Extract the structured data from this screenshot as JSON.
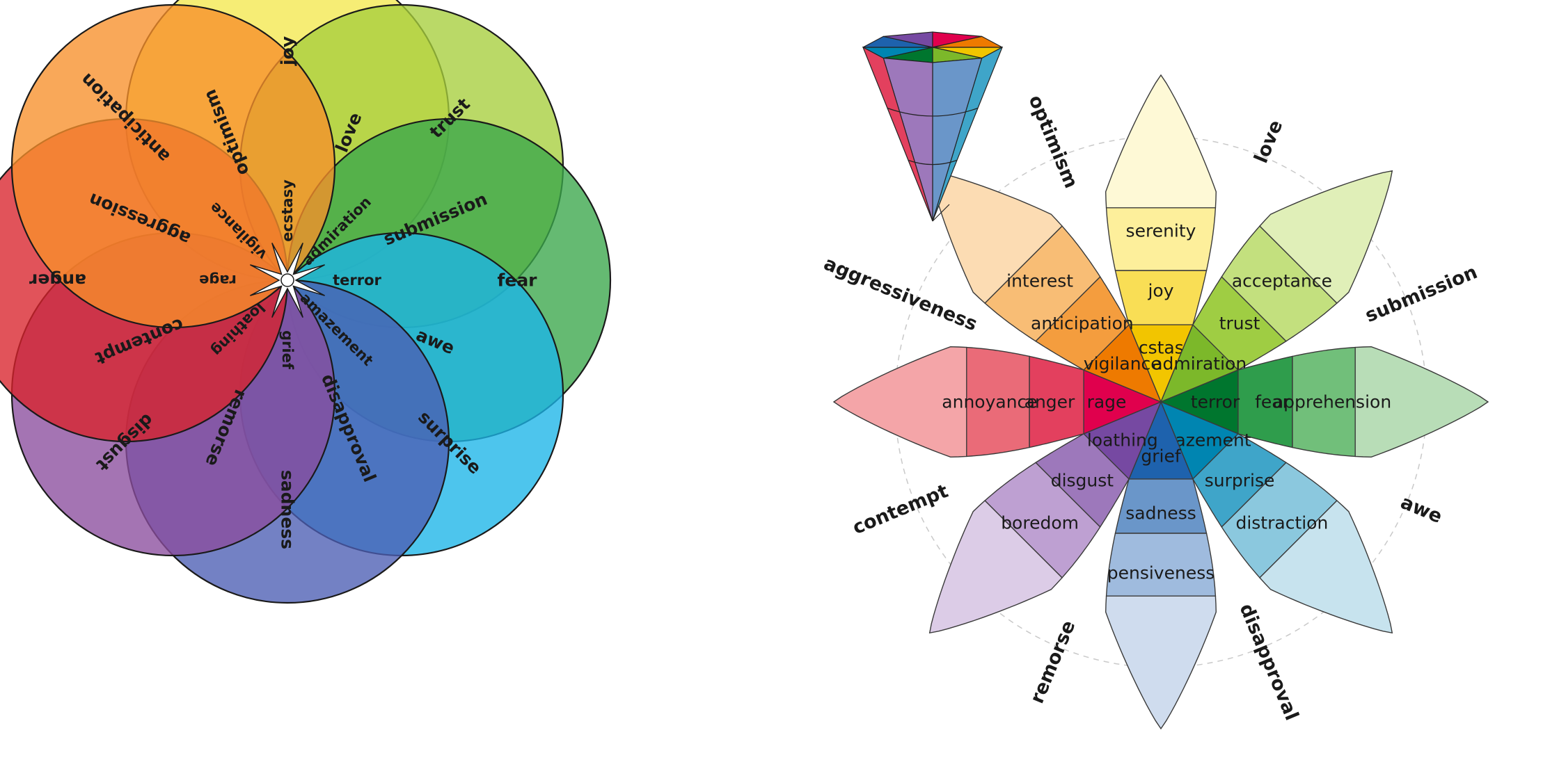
{
  "venn": {
    "emotions": [
      {
        "key": "joy",
        "color": "#f3e84e",
        "label": "joy"
      },
      {
        "key": "trust",
        "color": "#a7ce3c",
        "label": "trust"
      },
      {
        "key": "fear",
        "color": "#3aa64a",
        "label": "fear"
      },
      {
        "key": "surprise",
        "color": "#1bb5e8",
        "label": "surprise"
      },
      {
        "key": "sadness",
        "color": "#4b5db3",
        "label": "sadness"
      },
      {
        "key": "disgust",
        "color": "#8a4d9e",
        "label": "disgust"
      },
      {
        "key": "anger",
        "color": "#d8222b",
        "label": "anger"
      },
      {
        "key": "anticipation",
        "color": "#f7902a",
        "label": "anticipation"
      }
    ],
    "intense": [
      "ecstasy",
      "admiration",
      "terror",
      "amazement",
      "grief",
      "loathing",
      "rage",
      "vigilance"
    ],
    "dyads": [
      "love",
      "submission",
      "awe",
      "disapproval",
      "remorse",
      "contempt",
      "aggression",
      "optimism"
    ]
  },
  "wheel": {
    "petals": [
      {
        "inner": "ecstasy",
        "mid": "joy",
        "outer": "serenity",
        "colors": [
          "#f2c500",
          "#f9de55",
          "#fdef9b",
          "#fef9d6"
        ]
      },
      {
        "inner": "admiration",
        "mid": "trust",
        "outer": "acceptance",
        "colors": [
          "#7cb82a",
          "#9fcd43",
          "#c3e07e",
          "#e0efb8"
        ]
      },
      {
        "inner": "terror",
        "mid": "fear",
        "outer": "apprehension",
        "colors": [
          "#00762e",
          "#2f9d4c",
          "#71bf7a",
          "#b8ddb7"
        ]
      },
      {
        "inner": "amazement",
        "mid": "surprise",
        "outer": "distraction",
        "colors": [
          "#0085b1",
          "#3fa5c9",
          "#8bc8de",
          "#c7e3ee"
        ]
      },
      {
        "inner": "grief",
        "mid": "sadness",
        "outer": "pensiveness",
        "colors": [
          "#1e62ad",
          "#6a96c9",
          "#9fbbde",
          "#cfdcee"
        ]
      },
      {
        "inner": "loathing",
        "mid": "disgust",
        "outer": "boredom",
        "colors": [
          "#7649a2",
          "#9d78bb",
          "#bea0d2",
          "#dccce7"
        ]
      },
      {
        "inner": "rage",
        "mid": "anger",
        "outer": "annoyance",
        "colors": [
          "#e0004d",
          "#e3405e",
          "#ea6b78",
          "#f4a5a8"
        ]
      },
      {
        "inner": "vigilance",
        "mid": "anticipation",
        "outer": "interest",
        "colors": [
          "#ee7a00",
          "#f49d3e",
          "#f8bd75",
          "#fcdcb3"
        ]
      }
    ],
    "dyads": [
      "love",
      "submission",
      "awe",
      "disapproval",
      "remorse",
      "contempt",
      "aggressiveness",
      "optimism"
    ]
  }
}
